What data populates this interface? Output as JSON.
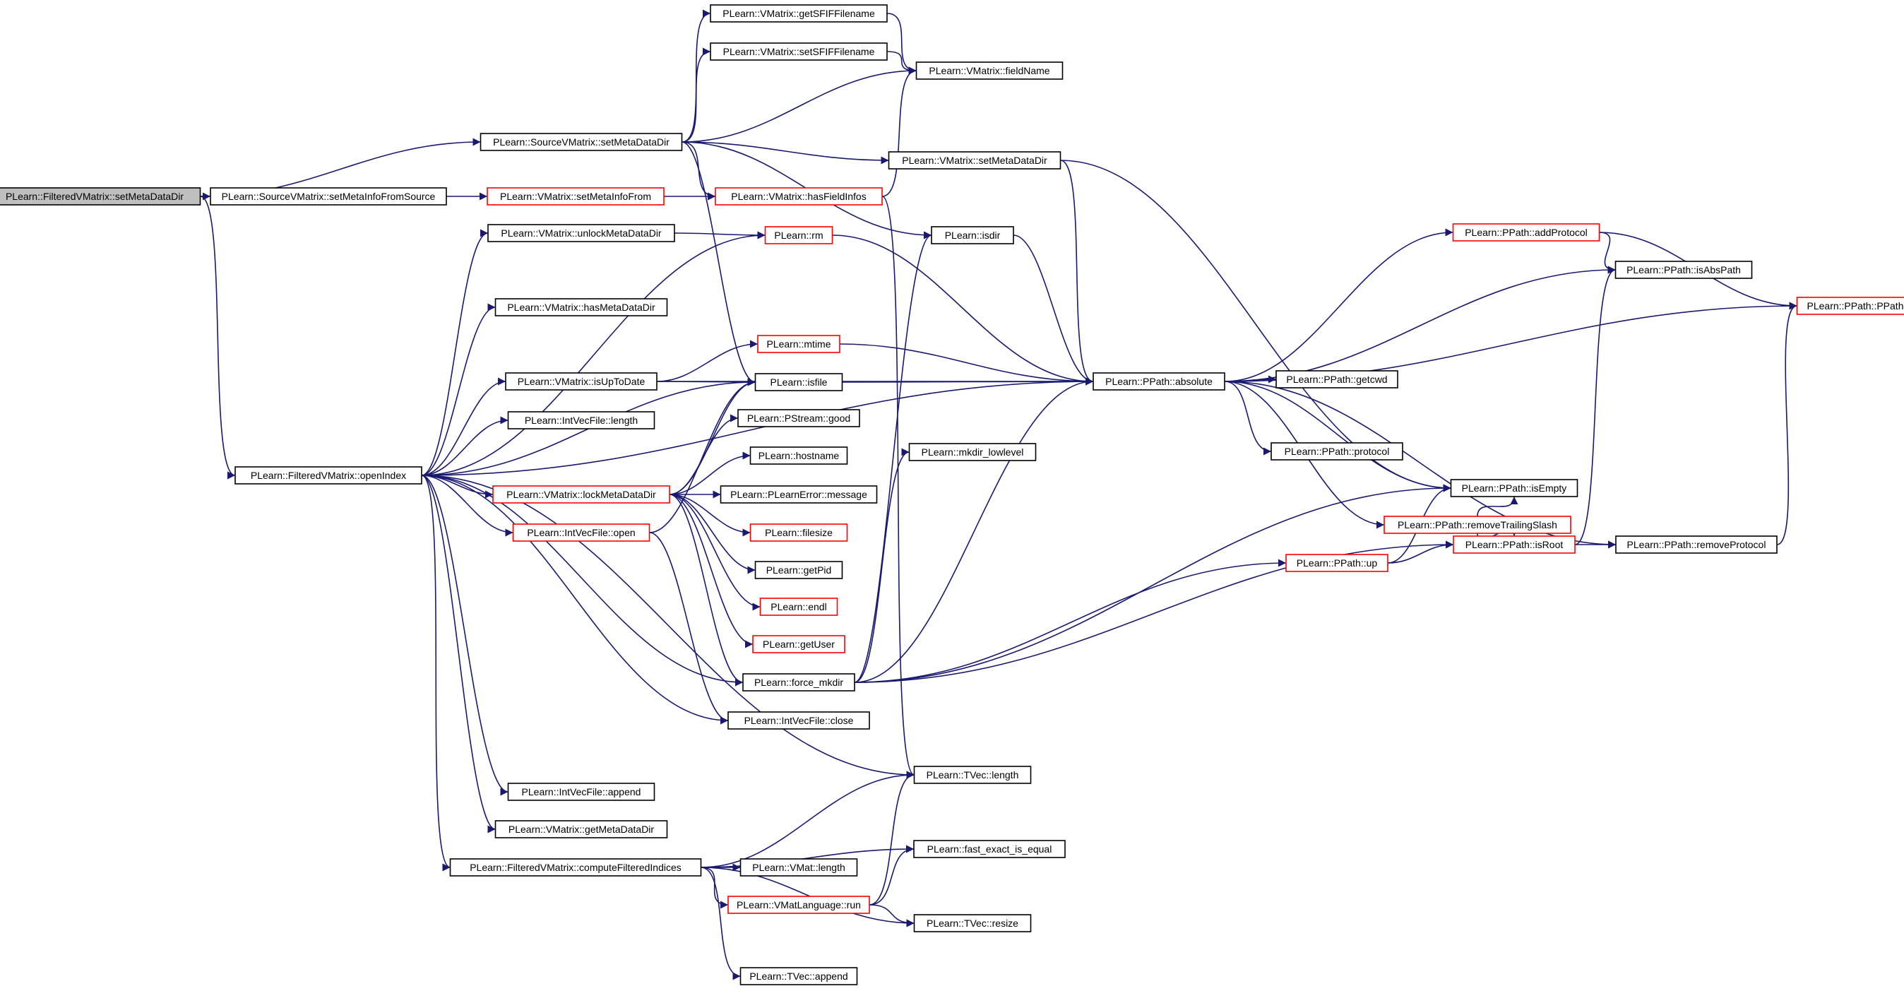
{
  "style": {
    "edge_color": "#191970",
    "root_fill": "#bfbfbf",
    "normal_border": "#000000",
    "truncated_border": "#ff0000",
    "background": "#ffffff"
  },
  "nodes": [
    {
      "id": "n0",
      "label": "PLearn::FilteredVMatrix::setMetaDataDir",
      "kind": "root"
    },
    {
      "id": "n1",
      "label": "PLearn::SourceVMatrix::setMetaDataDir",
      "kind": "normal"
    },
    {
      "id": "n2",
      "label": "PLearn::SourceVMatrix::setMetaInfoFromSource",
      "kind": "normal"
    },
    {
      "id": "n3",
      "label": "PLearn::FilteredVMatrix::openIndex",
      "kind": "normal"
    },
    {
      "id": "n4",
      "label": "PLearn::VMatrix::getSFIFFilename",
      "kind": "normal"
    },
    {
      "id": "n5",
      "label": "PLearn::VMatrix::setSFIFFilename",
      "kind": "normal"
    },
    {
      "id": "n6",
      "label": "PLearn::VMatrix::fieldName",
      "kind": "normal"
    },
    {
      "id": "n7",
      "label": "PLearn::VMatrix::setMetaDataDir",
      "kind": "normal"
    },
    {
      "id": "n8",
      "label": "PLearn::VMatrix::setMetaInfoFrom",
      "kind": "truncated"
    },
    {
      "id": "n9",
      "label": "PLearn::VMatrix::hasFieldInfos",
      "kind": "truncated"
    },
    {
      "id": "n10",
      "label": "PLearn::VMatrix::unlockMetaDataDir",
      "kind": "normal"
    },
    {
      "id": "n11",
      "label": "PLearn::rm",
      "kind": "truncated"
    },
    {
      "id": "n12",
      "label": "PLearn::isdir",
      "kind": "normal"
    },
    {
      "id": "n13",
      "label": "PLearn::VMatrix::hasMetaDataDir",
      "kind": "normal"
    },
    {
      "id": "n14",
      "label": "PLearn::mtime",
      "kind": "truncated"
    },
    {
      "id": "n15",
      "label": "PLearn::VMatrix::isUpToDate",
      "kind": "normal"
    },
    {
      "id": "n16",
      "label": "PLearn::isfile",
      "kind": "normal"
    },
    {
      "id": "n17",
      "label": "PLearn::PPath::absolute",
      "kind": "normal"
    },
    {
      "id": "n18",
      "label": "PLearn::IntVecFile::length",
      "kind": "normal"
    },
    {
      "id": "n19",
      "label": "PLearn::PStream::good",
      "kind": "normal"
    },
    {
      "id": "n20",
      "label": "PLearn::hostname",
      "kind": "normal"
    },
    {
      "id": "n21",
      "label": "PLearn::VMatrix::lockMetaDataDir",
      "kind": "truncated"
    },
    {
      "id": "n22",
      "label": "PLearn::PLearnError::message",
      "kind": "normal"
    },
    {
      "id": "n23",
      "label": "PLearn::IntVecFile::open",
      "kind": "truncated"
    },
    {
      "id": "n24",
      "label": "PLearn::filesize",
      "kind": "truncated"
    },
    {
      "id": "n25",
      "label": "PLearn::getPid",
      "kind": "normal"
    },
    {
      "id": "n26",
      "label": "PLearn::endl",
      "kind": "truncated"
    },
    {
      "id": "n27",
      "label": "PLearn::getUser",
      "kind": "truncated"
    },
    {
      "id": "n28",
      "label": "PLearn::force_mkdir",
      "kind": "normal"
    },
    {
      "id": "n29",
      "label": "PLearn::IntVecFile::close",
      "kind": "normal"
    },
    {
      "id": "n30",
      "label": "PLearn::mkdir_lowlevel",
      "kind": "normal"
    },
    {
      "id": "n31",
      "label": "PLearn::TVec::length",
      "kind": "normal"
    },
    {
      "id": "n32",
      "label": "PLearn::IntVecFile::append",
      "kind": "normal"
    },
    {
      "id": "n33",
      "label": "PLearn::VMatrix::getMetaDataDir",
      "kind": "normal"
    },
    {
      "id": "n34",
      "label": "PLearn::FilteredVMatrix::computeFilteredIndices",
      "kind": "normal"
    },
    {
      "id": "n35",
      "label": "PLearn::fast_exact_is_equal",
      "kind": "normal"
    },
    {
      "id": "n36",
      "label": "PLearn::VMat::length",
      "kind": "normal"
    },
    {
      "id": "n37",
      "label": "PLearn::VMatLanguage::run",
      "kind": "truncated"
    },
    {
      "id": "n38",
      "label": "PLearn::TVec::resize",
      "kind": "normal"
    },
    {
      "id": "n39",
      "label": "PLearn::TVec::append",
      "kind": "normal"
    },
    {
      "id": "n40",
      "label": "PLearn::PPath::addProtocol",
      "kind": "truncated"
    },
    {
      "id": "n41",
      "label": "PLearn::PPath::isAbsPath",
      "kind": "normal"
    },
    {
      "id": "n42",
      "label": "PLearn::PPath::PPath",
      "kind": "truncated"
    },
    {
      "id": "n43",
      "label": "PLearn::PPath::getcwd",
      "kind": "normal"
    },
    {
      "id": "n44",
      "label": "PLearn::PPath::protocol",
      "kind": "normal"
    },
    {
      "id": "n45",
      "label": "PLearn::PPath::isEmpty",
      "kind": "normal"
    },
    {
      "id": "n46",
      "label": "PLearn::PPath::removeTrailingSlash",
      "kind": "truncated"
    },
    {
      "id": "n47",
      "label": "PLearn::PPath::up",
      "kind": "truncated"
    },
    {
      "id": "n48",
      "label": "PLearn::PPath::isRoot",
      "kind": "truncated"
    },
    {
      "id": "n49",
      "label": "PLearn::PPath::removeProtocol",
      "kind": "normal"
    }
  ],
  "edges": [
    [
      "n0",
      "n1"
    ],
    [
      "n0",
      "n2"
    ],
    [
      "n0",
      "n3"
    ],
    [
      "n1",
      "n4"
    ],
    [
      "n1",
      "n5"
    ],
    [
      "n1",
      "n6"
    ],
    [
      "n1",
      "n7"
    ],
    [
      "n1",
      "n9"
    ],
    [
      "n1",
      "n12"
    ],
    [
      "n1",
      "n16"
    ],
    [
      "n2",
      "n8"
    ],
    [
      "n8",
      "n9"
    ],
    [
      "n4",
      "n6"
    ],
    [
      "n5",
      "n6"
    ],
    [
      "n9",
      "n6"
    ],
    [
      "n9",
      "n31"
    ],
    [
      "n7",
      "n45"
    ],
    [
      "n7",
      "n17"
    ],
    [
      "n3",
      "n10"
    ],
    [
      "n3",
      "n11"
    ],
    [
      "n3",
      "n13"
    ],
    [
      "n3",
      "n15"
    ],
    [
      "n3",
      "n18"
    ],
    [
      "n3",
      "n21"
    ],
    [
      "n3",
      "n23"
    ],
    [
      "n3",
      "n28"
    ],
    [
      "n3",
      "n29"
    ],
    [
      "n3",
      "n31"
    ],
    [
      "n3",
      "n32"
    ],
    [
      "n3",
      "n33"
    ],
    [
      "n3",
      "n34"
    ],
    [
      "n3",
      "n17"
    ],
    [
      "n3",
      "n16"
    ],
    [
      "n10",
      "n11"
    ],
    [
      "n11",
      "n17"
    ],
    [
      "n12",
      "n17"
    ],
    [
      "n15",
      "n14"
    ],
    [
      "n15",
      "n16"
    ],
    [
      "n15",
      "n17"
    ],
    [
      "n14",
      "n17"
    ],
    [
      "n16",
      "n17"
    ],
    [
      "n21",
      "n16"
    ],
    [
      "n21",
      "n19"
    ],
    [
      "n21",
      "n20"
    ],
    [
      "n21",
      "n22"
    ],
    [
      "n21",
      "n24"
    ],
    [
      "n21",
      "n25"
    ],
    [
      "n21",
      "n26"
    ],
    [
      "n21",
      "n27"
    ],
    [
      "n21",
      "n28"
    ],
    [
      "n23",
      "n16"
    ],
    [
      "n23",
      "n29"
    ],
    [
      "n28",
      "n12"
    ],
    [
      "n28",
      "n30"
    ],
    [
      "n28",
      "n17"
    ],
    [
      "n28",
      "n45"
    ],
    [
      "n28",
      "n47"
    ],
    [
      "n28",
      "n48"
    ],
    [
      "n34",
      "n31"
    ],
    [
      "n34",
      "n35"
    ],
    [
      "n34",
      "n36"
    ],
    [
      "n34",
      "n37"
    ],
    [
      "n34",
      "n38"
    ],
    [
      "n34",
      "n39"
    ],
    [
      "n37",
      "n31"
    ],
    [
      "n37",
      "n35"
    ],
    [
      "n37",
      "n38"
    ],
    [
      "n17",
      "n40"
    ],
    [
      "n17",
      "n41"
    ],
    [
      "n17",
      "n42"
    ],
    [
      "n17",
      "n43"
    ],
    [
      "n17",
      "n44"
    ],
    [
      "n17",
      "n45"
    ],
    [
      "n17",
      "n46"
    ],
    [
      "n17",
      "n49"
    ],
    [
      "n40",
      "n41"
    ],
    [
      "n40",
      "n42"
    ],
    [
      "n46",
      "n45"
    ],
    [
      "n46",
      "n48"
    ],
    [
      "n47",
      "n45"
    ],
    [
      "n47",
      "n48"
    ],
    [
      "n48",
      "n41"
    ],
    [
      "n48",
      "n49"
    ],
    [
      "n49",
      "n42"
    ]
  ]
}
